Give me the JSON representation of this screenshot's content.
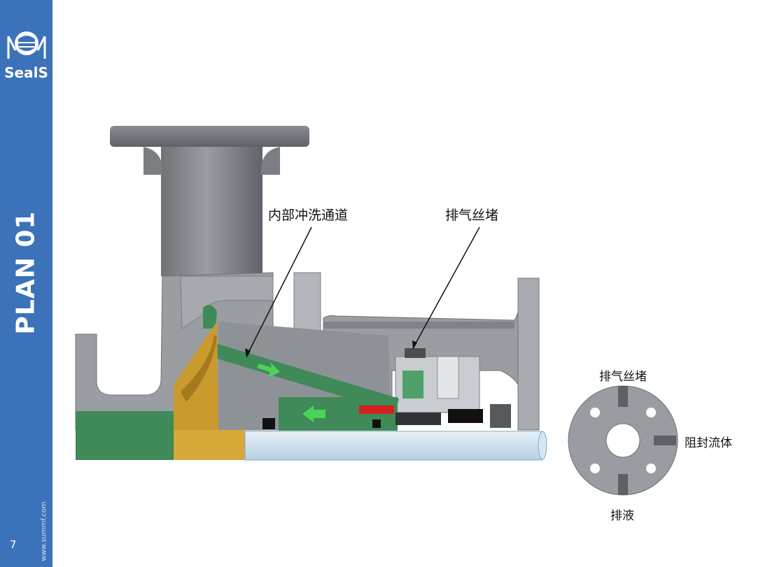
{
  "sidebar": {
    "logo_text": "SealS",
    "plan_title": "PLAN 01",
    "website": "www.summf.com",
    "page_number": "7",
    "color": "#3b72b9"
  },
  "labels": {
    "internal_flush_passage": "内部冲洗通道",
    "vent_plug_main": "排气丝堵",
    "vent_plug_flange": "排气丝堵",
    "seal_fluid": "阻封流体",
    "drain": "排液"
  },
  "colors": {
    "casing": "#8c8f94",
    "impeller": "#c99a2e",
    "flush_green": "#3f8a58",
    "shaft": "#cfe3f2",
    "seal_red": "#d42020",
    "arrow_green": "#4cd25a"
  }
}
